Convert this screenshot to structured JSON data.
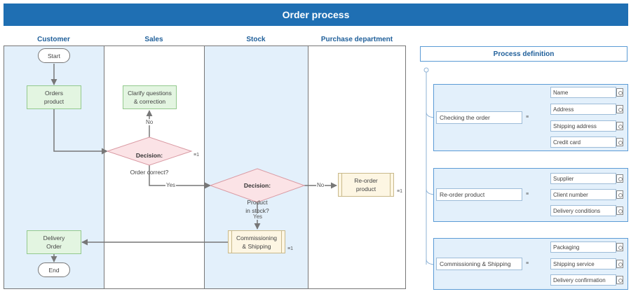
{
  "title": "Order process",
  "lanes": [
    {
      "name": "Customer"
    },
    {
      "name": "Sales"
    },
    {
      "name": "Stock"
    },
    {
      "name": "Purchase department"
    }
  ],
  "flow": {
    "start": "Start",
    "orders_product": "Orders\nproduct",
    "clarify": "Clarify questions\n& correction",
    "decision1_title": "Decision:",
    "decision1_text": "Order correct?",
    "decision2_title": "Decision:",
    "decision2_text": "Product\nin stock?",
    "reorder": "Re-order\nproduct",
    "commissioning": "Commissioning\n& Shipping",
    "delivery": "Delivery\nOrder",
    "end": "End",
    "label_no1": "No",
    "label_yes1": "Yes",
    "label_no2": "No",
    "label_yes2": "Yes",
    "icon_glyph": "≡1"
  },
  "process_definition": {
    "header": "Process definition",
    "tiny_icon": "≡",
    "groups": [
      {
        "label": "Checking the order",
        "items": [
          "Name",
          "Address",
          "Shipping address",
          "Credit card"
        ]
      },
      {
        "label": "Re-order product",
        "items": [
          "Supplier",
          "Client number",
          "Delivery conditions"
        ]
      },
      {
        "label": "Commissioning & Shipping",
        "items": [
          "Packaging",
          "Shipping service",
          "Delivery confirmation"
        ]
      }
    ]
  },
  "colors": {
    "banner": "#1f6fb3",
    "lane_blue": "#e3f0fb",
    "green_box": "#e3f5e1",
    "decision_fill": "#fbe3e6",
    "yellow_box": "#fdf6e3"
  }
}
